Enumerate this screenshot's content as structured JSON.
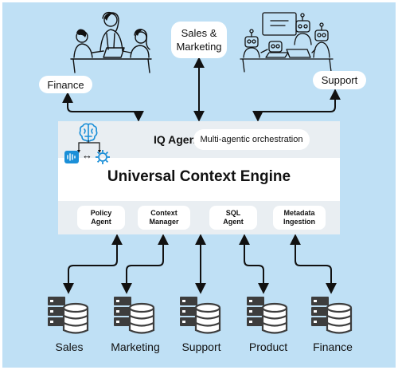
{
  "top_nodes": {
    "finance": "Finance",
    "sales_marketing": "Sales &\nMarketing",
    "support": "Support"
  },
  "engine": {
    "agent_name": "IQ Agent",
    "orchestration": "Multi-agentic orchestration",
    "title": "Universal Context Engine",
    "modules": [
      "Policy\nAgent",
      "Context\nManager",
      "SQL\nAgent",
      "Metadata\nIngestion"
    ]
  },
  "data_sources": [
    "Sales",
    "Marketing",
    "Support",
    "Product",
    "Finance"
  ],
  "colors": {
    "background": "#bfe0f5",
    "engine_band": "#e9eef2",
    "icon_blue": "#1a8fd8",
    "arrow": "#111111"
  }
}
